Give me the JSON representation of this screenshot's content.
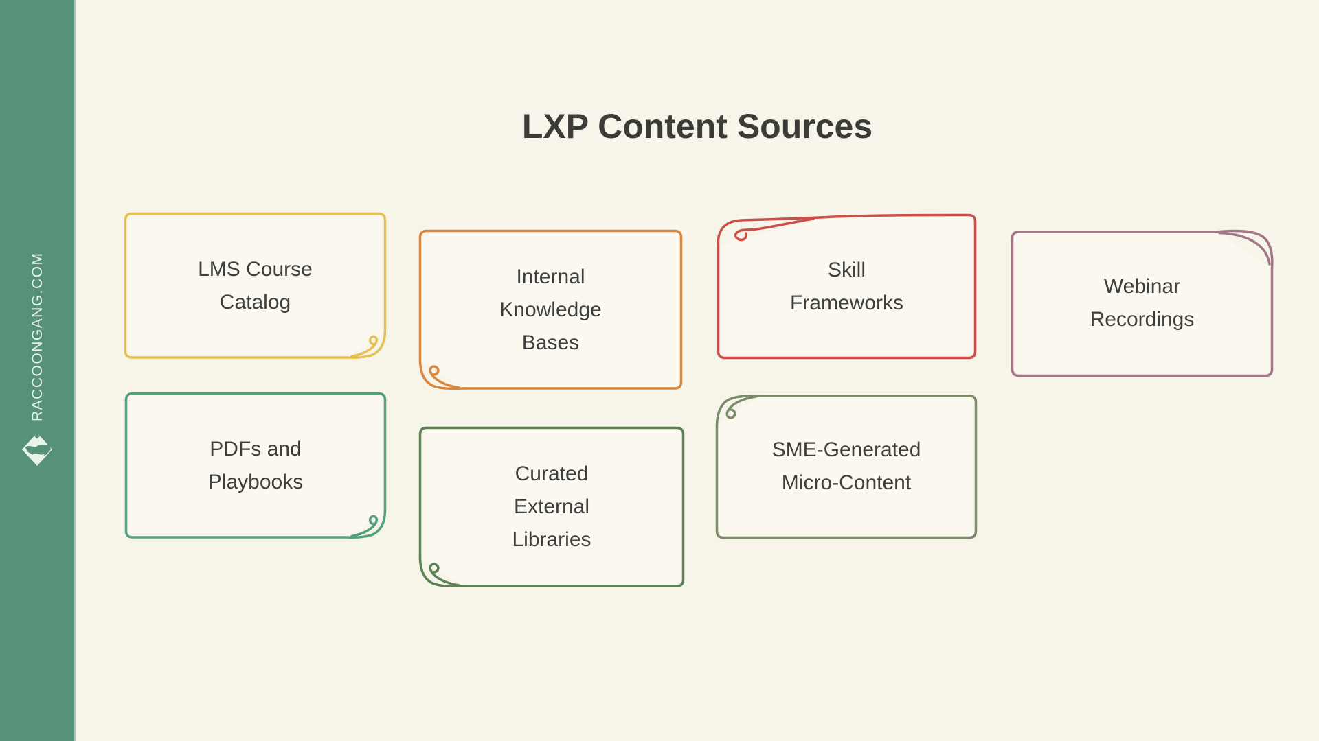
{
  "page": {
    "title": "LXP Content Sources"
  },
  "sidebar": {
    "brand_text": "RACCOONGANG.COM",
    "logo": "raccoon-diamond-logo"
  },
  "colors": {
    "bg": "#f7f4e9",
    "card-fill": "#fbf8f0",
    "sidebar": "#569278",
    "sidebar-text": "#e9f3e8",
    "title-color": "#3b3b37",
    "card-text": "#3e3f3f"
  },
  "cards": [
    {
      "label": "LMS Course\nCatalog",
      "color": "#e5c14f"
    },
    {
      "label": "Internal\nKnowledge\nBases",
      "color": "#d9863c"
    },
    {
      "label": "Skill\nFrameworks",
      "color": "#cd4f4a"
    },
    {
      "label": "Webinar\nRecordings",
      "color": "#a27687"
    },
    {
      "label": "PDFs and\nPlaybooks",
      "color": "#55a07c"
    },
    {
      "label": "Curated\nExternal\nLibraries",
      "color": "#5d8054"
    },
    {
      "label": "SME-Generated\nMicro-Content",
      "color": "#7b8a69"
    }
  ]
}
